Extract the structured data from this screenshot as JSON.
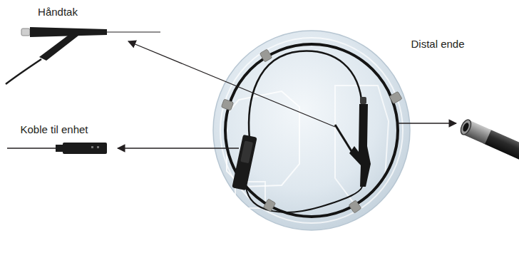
{
  "diagram": {
    "labels": [
      "Håndtak",
      "Koble til enhet",
      "Distal ende"
    ]
  }
}
